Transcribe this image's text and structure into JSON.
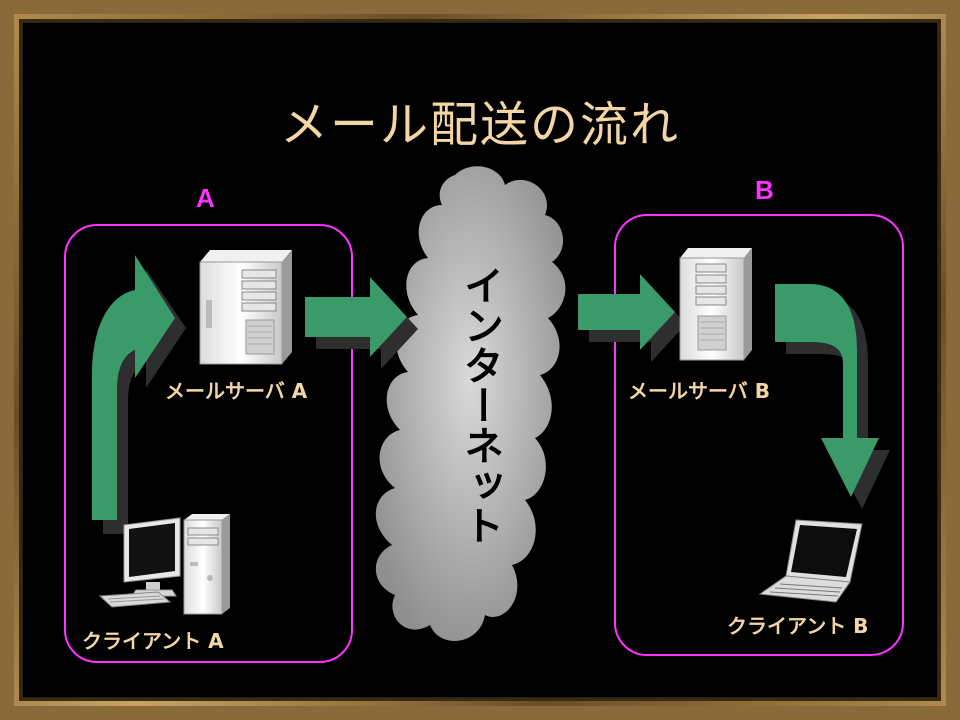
{
  "title": "メール配送の流れ",
  "groups": {
    "a": {
      "label": "A",
      "server_label": "メールサーバ A",
      "client_label": "クライアント A"
    },
    "b": {
      "label": "B",
      "server_label": "メールサーバ B",
      "client_label": "クライアント B"
    }
  },
  "internet": {
    "label": "インターネット"
  },
  "colors": {
    "background": "#000000",
    "frame": "#8a6a3a",
    "title_text": "#f3d6a4",
    "group_border": "#ff33ff",
    "arrow_fill": "#3a9a6a",
    "cloud_fill": "#b8b8b8"
  },
  "icons": [
    "server-tower-icon",
    "desktop-pc-icon",
    "laptop-icon",
    "internet-cloud-icon"
  ]
}
